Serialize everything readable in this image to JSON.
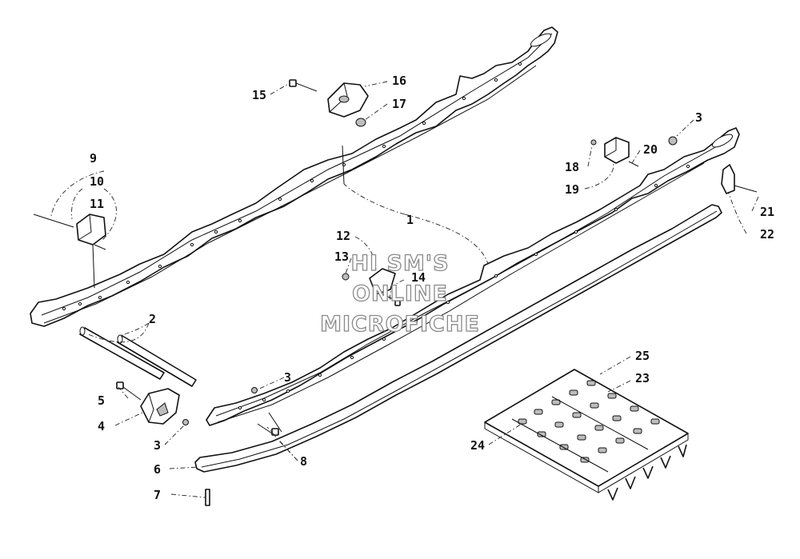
{
  "watermark": {
    "line1": "HI SM'S",
    "line2": "ONLINE",
    "line3": "MICROFICHE"
  },
  "callouts": {
    "c1": "1",
    "c2": "2",
    "c3a": "3",
    "c3b": "3",
    "c3c": "3",
    "c4": "4",
    "c5": "5",
    "c6": "6",
    "c7": "7",
    "c8": "8",
    "c9": "9",
    "c10": "10",
    "c11": "11",
    "c12": "12",
    "c13": "13",
    "c14": "14",
    "c15": "15",
    "c16": "16",
    "c17": "17",
    "c18": "18",
    "c19": "19",
    "c20": "20",
    "c21": "21",
    "c22": "22",
    "c23": "23",
    "c24": "24",
    "c25": "25"
  }
}
